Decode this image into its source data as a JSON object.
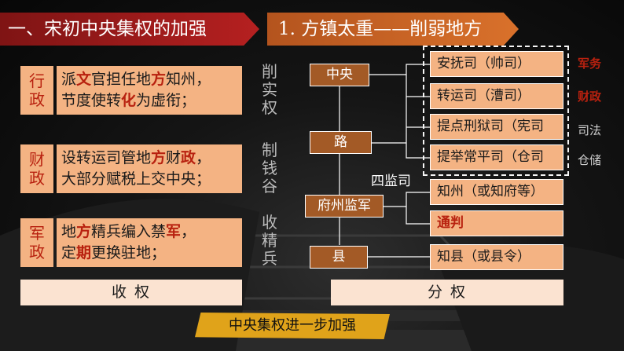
{
  "banners": {
    "left": "一、宋初中央集权的加强",
    "right": "1. 方镇太重——削弱地方"
  },
  "rows": [
    {
      "tag_top": "行",
      "tag_bottom": "政",
      "line1": [
        "派",
        "文",
        "官担任地",
        "方",
        "知州，"
      ],
      "line2": [
        "节度使转",
        "化",
        "为虚衔；"
      ]
    },
    {
      "tag_top": "财",
      "tag_bottom": "政",
      "line1": [
        "设转运司管地",
        "方",
        "财",
        "政",
        "，"
      ],
      "line2": [
        "大部分赋税上交中央；"
      ]
    },
    {
      "tag_top": "军",
      "tag_bottom": "政",
      "line1": [
        "地",
        "方",
        "精兵编入禁",
        "军",
        "，"
      ],
      "line2": [
        "定",
        "期",
        "更换驻地；"
      ]
    }
  ],
  "vertical_text": {
    "col1": [
      "削",
      "实",
      "权"
    ],
    "col2": [
      "制",
      "钱",
      "谷"
    ],
    "col3": [
      "收",
      "精",
      "兵"
    ]
  },
  "hierarchy": {
    "center": "中央",
    "circuit": "路",
    "prefecture": "府州监军",
    "county": "县",
    "circuit_offices": [
      "安抚司（帅司）",
      "转运司（漕司）",
      "提点刑狱司（宪司",
      "提举常平司（仓司"
    ],
    "office_roles": [
      "军务",
      "财政",
      "司法",
      "仓储"
    ],
    "four_supervisors": "四监司",
    "prefecture_officials": [
      "知州（或知府等）",
      "通判"
    ],
    "county_official": "知县（或县令）"
  },
  "bottom_labels": {
    "left": "收    权",
    "right": "分    权"
  },
  "conclusion": "中央集权进一步加强",
  "colors": {
    "banner_red": "#b52020",
    "banner_orange": "#d9712b",
    "box_peach": "#f4b383",
    "box_brown": "#a35a26",
    "accent_red": "#b8210f",
    "gold": "#e0a31a"
  }
}
